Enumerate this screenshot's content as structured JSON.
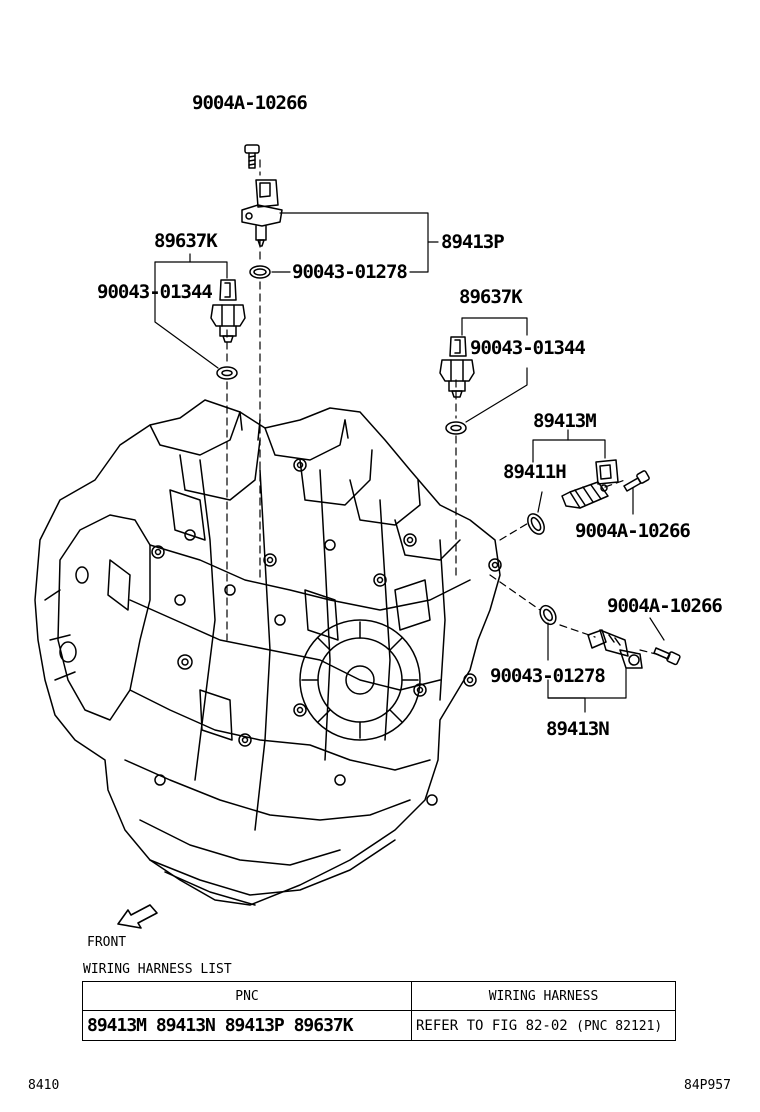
{
  "labels": {
    "bolt_top": "9004A-10266",
    "sensor_top_group": "89413P",
    "oring_top": "90043-01278",
    "switch_left_group": "89637K",
    "gasket_left": "90043-01344",
    "switch_right_group": "89637K",
    "gasket_right": "90043-01344",
    "sensor_right_group": "89413M",
    "oring_right": "89411H",
    "bolt_right": "9004A-10266",
    "bolt_lower": "9004A-10266",
    "oring_lower": "90043-01278",
    "sensor_lower_group": "89413N"
  },
  "front_label": "FRONT",
  "harness": {
    "title": "WIRING HARNESS LIST",
    "col_pnc": "PNC",
    "col_harness": "WIRING HARNESS",
    "pnc_values": "89413M 89413N 89413P 89637K",
    "reference": "REFER TO FIG 82-02",
    "reference_pnc": "(PNC 82121)"
  },
  "footer": {
    "left_code": "8410",
    "right_code": "84P957"
  }
}
